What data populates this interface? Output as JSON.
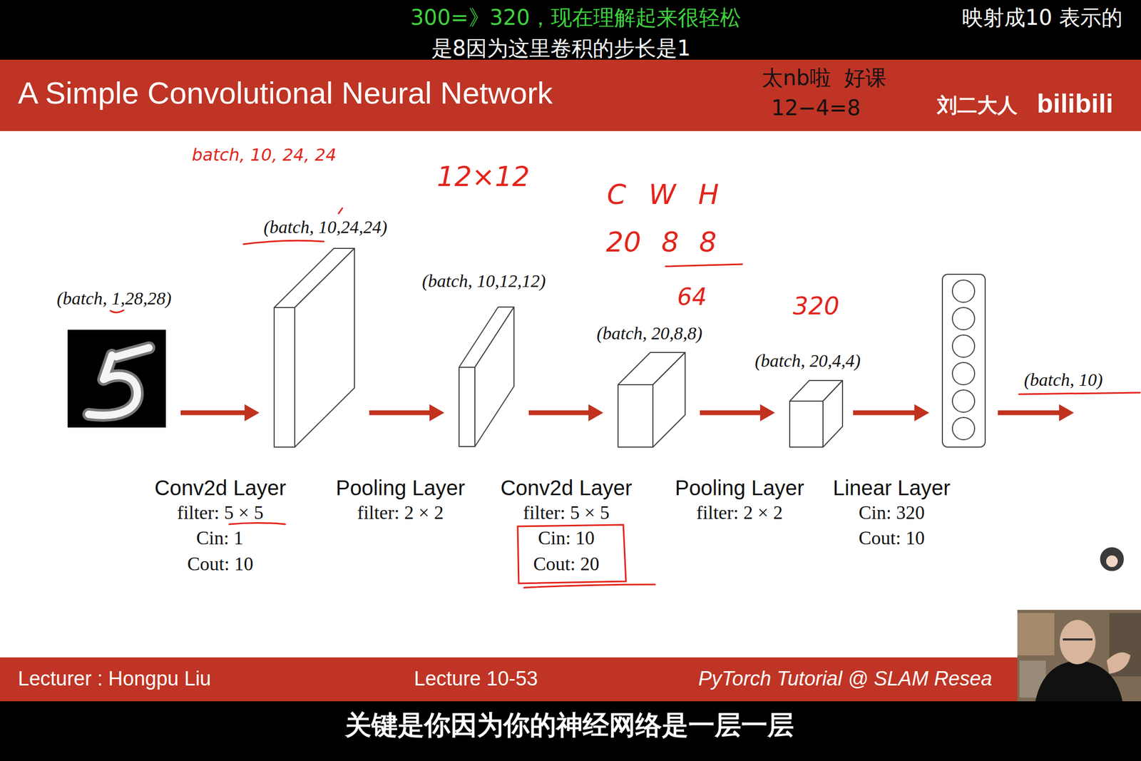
{
  "diagram": {
    "title": "A Simple Convolutional Neural Network",
    "nodes": [
      {
        "text": [
          "(batch, 1,28,28)"
        ]
      },
      {
        "text": [
          "(batch, 10,24,24)"
        ]
      },
      {
        "text": [
          "(batch, 10,12,12)"
        ]
      },
      {
        "text": [
          "(batch, 20,8,8)"
        ]
      },
      {
        "text": [
          "(batch, 20,4,4)"
        ]
      }
    ],
    "edges": [
      {
        "from": 0,
        "to": 1,
        "arrow": "to",
        "label": "Conv2d Layer"
      },
      {
        "from": 1,
        "to": 2,
        "arrow": "to",
        "label": "Pooling Layer"
      },
      {
        "from": 2,
        "to": 3,
        "arrow": "to",
        "label": "Conv2d Layer"
      },
      {
        "from": 3,
        "to": 4,
        "arrow": "to",
        "label": "Pooling Layer"
      }
    ],
    "labels": [
      "filter: 5 × 5",
      "Cin: 1",
      "Cout: 10",
      "filter: 2 × 2",
      "filter: 5 × 5",
      "Cin: 10",
      "Cout: 20",
      "filter: 2 × 2",
      "Linear Layer",
      "Cin: 320",
      "Cout: 10",
      "(batch, 10)",
      "batch, 10, 24, 24",
      "12×12",
      "C W H",
      "20 8 8",
      "64",
      "320",
      "300=》320，现在理解起来很轻松",
      "映射成10 表示的",
      "是8因为这里卷积的步长是1",
      "太nb啦  好课",
      "12−4=8",
      "刘二大人",
      "bilibili",
      "Lecturer : Hongpu Liu",
      "Lecture 10-53",
      "PyTorch Tutorial @ SLAM Resea",
      "关键是你因为你的神经网络是一层一层"
    ]
  }
}
